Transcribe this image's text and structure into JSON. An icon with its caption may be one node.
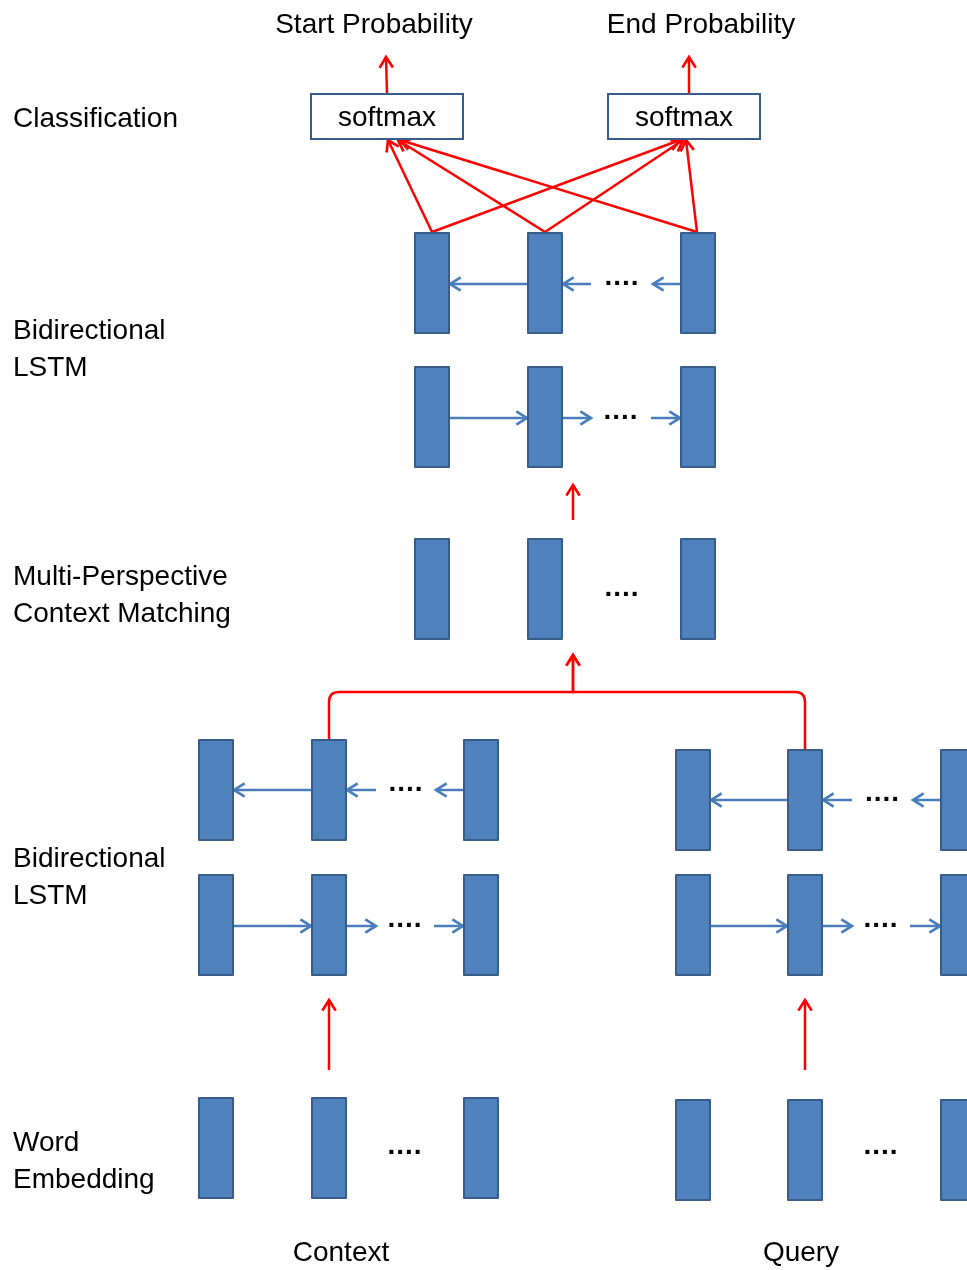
{
  "diagram": {
    "nodes": [
      {
        "text": [
          "Start Probability"
        ]
      },
      {
        "text": [
          "End Probability"
        ]
      },
      {
        "text": [
          "softmax"
        ]
      },
      {
        "text": [
          "softmax"
        ]
      },
      {
        "text": [],
        "shape": "bar"
      },
      {
        "text": [],
        "shape": "bar"
      },
      {
        "text": [],
        "shape": "bar"
      },
      {
        "text": [],
        "shape": "bar"
      },
      {
        "text": [],
        "shape": "bar"
      },
      {
        "text": [],
        "shape": "bar"
      },
      {
        "text": [],
        "shape": "bar"
      },
      {
        "text": [],
        "shape": "bar"
      },
      {
        "text": [],
        "shape": "bar"
      },
      {
        "text": [],
        "shape": "bar"
      },
      {
        "text": [],
        "shape": "bar"
      },
      {
        "text": [],
        "shape": "bar"
      },
      {
        "text": [],
        "shape": "bar"
      },
      {
        "text": [],
        "shape": "bar"
      },
      {
        "text": [],
        "shape": "bar"
      },
      {
        "text": [],
        "shape": "bar"
      },
      {
        "text": [],
        "shape": "bar"
      },
      {
        "text": [],
        "shape": "bar"
      },
      {
        "text": [],
        "shape": "bar"
      },
      {
        "text": [],
        "shape": "bar"
      },
      {
        "text": [],
        "shape": "bar"
      },
      {
        "text": [],
        "shape": "bar"
      },
      {
        "text": [],
        "shape": "bar"
      },
      {
        "text": [],
        "shape": "bar"
      },
      {
        "text": [],
        "shape": "bar"
      },
      {
        "text": [],
        "shape": "bar"
      },
      {
        "text": [],
        "shape": "bar"
      },
      {
        "text": [
          "...."
        ]
      },
      {
        "text": [
          "...."
        ]
      },
      {
        "text": [
          "...."
        ]
      },
      {
        "text": [
          "...."
        ]
      },
      {
        "text": [
          "...."
        ]
      },
      {
        "text": [
          "...."
        ]
      }
    ],
    "edges": [
      {
        "from": 2,
        "to": 0,
        "arrow": "to",
        "color": "#ff0000"
      },
      {
        "from": 3,
        "to": 1,
        "arrow": "to",
        "color": "#ff0000"
      },
      {
        "from": 4,
        "to": 2,
        "arrow": "to",
        "color": "#ff0000"
      },
      {
        "from": 4,
        "to": 3,
        "arrow": "to",
        "color": "#ff0000"
      },
      {
        "from": 5,
        "to": 2,
        "arrow": "to",
        "color": "#ff0000"
      },
      {
        "from": 5,
        "to": 3,
        "arrow": "to",
        "color": "#ff0000"
      },
      {
        "from": 6,
        "to": 2,
        "arrow": "to",
        "color": "#ff0000"
      },
      {
        "from": 6,
        "to": 3,
        "arrow": "to",
        "color": "#ff0000"
      },
      {
        "from": 5,
        "to": 4,
        "arrow": "to"
      },
      {
        "from": 6,
        "to": 31,
        "arrow": "to"
      },
      {
        "from": 31,
        "to": 5,
        "arrow": "to"
      },
      {
        "from": 7,
        "to": 8,
        "arrow": "to"
      },
      {
        "from": 8,
        "to": 32,
        "arrow": "to"
      },
      {
        "from": 32,
        "to": 9,
        "arrow": "to"
      },
      {
        "from": 11,
        "to": 8,
        "arrow": "to",
        "color": "#ff0000"
      },
      {
        "from": 14,
        "to": 11,
        "arrow": "to",
        "color": "#ff0000"
      },
      {
        "from": 20,
        "to": 11,
        "arrow": "to",
        "color": "#ff0000"
      },
      {
        "from": 14,
        "to": 13,
        "arrow": "to"
      },
      {
        "from": 15,
        "to": 33,
        "arrow": "to"
      },
      {
        "from": 33,
        "to": 14,
        "arrow": "to"
      },
      {
        "from": 16,
        "to": 17,
        "arrow": "to"
      },
      {
        "from": 17,
        "to": 35,
        "arrow": "to"
      },
      {
        "from": 35,
        "to": 18,
        "arrow": "to"
      },
      {
        "from": 20,
        "to": 19,
        "arrow": "to"
      },
      {
        "from": 21,
        "to": 34,
        "arrow": "to"
      },
      {
        "from": 34,
        "to": 20,
        "arrow": "to"
      },
      {
        "from": 22,
        "to": 23,
        "arrow": "to"
      },
      {
        "from": 23,
        "to": 36,
        "arrow": "to"
      },
      {
        "from": 36,
        "to": 24,
        "arrow": "to"
      },
      {
        "from": 26,
        "to": 17,
        "arrow": "to",
        "color": "#ff0000"
      },
      {
        "from": 29,
        "to": 23,
        "arrow": "to",
        "color": "#ff0000"
      }
    ],
    "labels": [
      "Classification",
      "Bidirectional LSTM",
      "Multi-Perspective Context Matching",
      "....",
      "Bidirectional LSTM",
      "Word Embedding",
      "....",
      "....",
      "Context",
      "Query"
    ]
  }
}
